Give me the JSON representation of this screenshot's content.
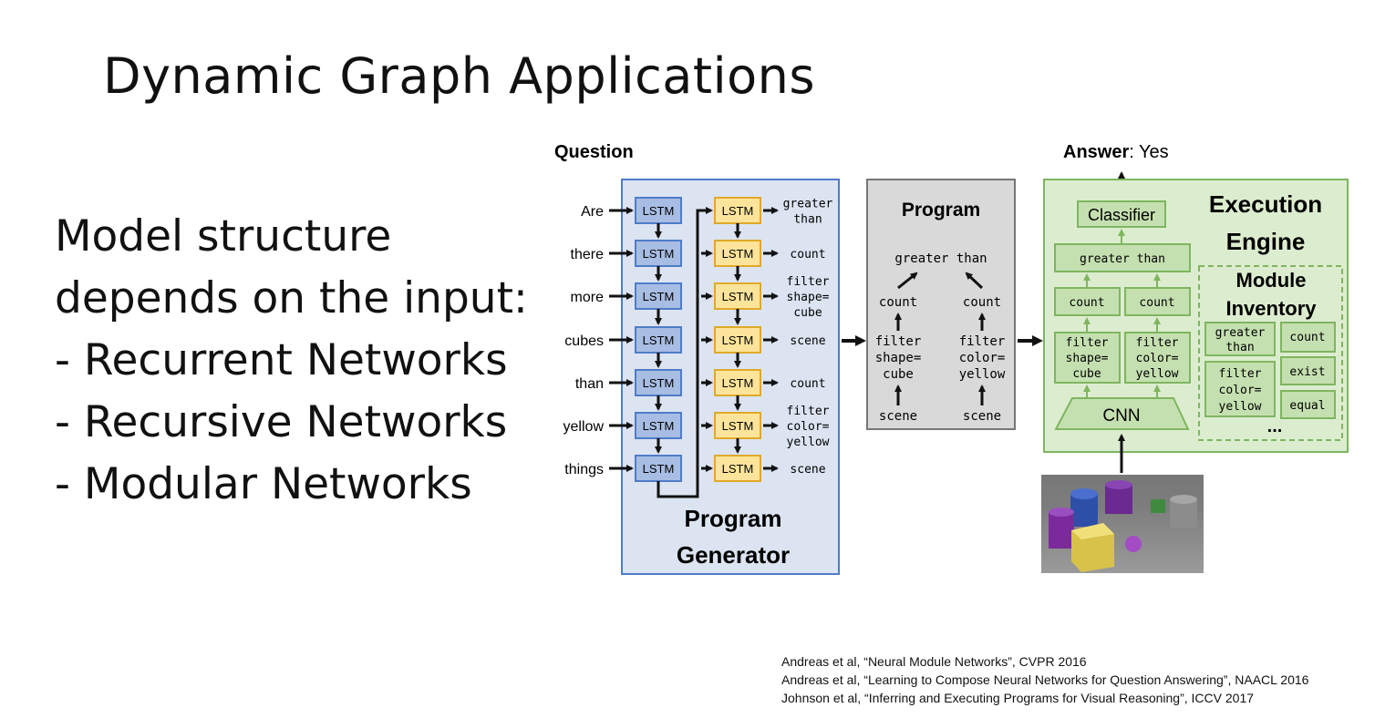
{
  "title": "Dynamic Graph Applications",
  "bullets": [
    "Model structure",
    "depends on the input:",
    "- Recurrent Networks",
    "- Recursive Networks",
    "- Modular Networks"
  ],
  "diagram": {
    "question_label": "Question",
    "words": [
      "Are",
      "there",
      "more",
      "cubes",
      "than",
      "yellow",
      "things"
    ],
    "lstm_label": "LSTM",
    "outputs": [
      [
        "greater",
        "than"
      ],
      [
        "count"
      ],
      [
        "filter",
        "shape=",
        "cube"
      ],
      [
        "scene"
      ],
      [
        "count"
      ],
      [
        "filter",
        "color=",
        "yellow"
      ],
      [
        "scene"
      ]
    ],
    "program_generator": [
      "Program",
      "Generator"
    ],
    "program_title": "Program",
    "program_nodes": {
      "top": "greater than",
      "left_count": "count",
      "right_count": "count",
      "left_filter": [
        "filter",
        "shape=",
        "cube"
      ],
      "right_filter": [
        "filter",
        "color=",
        "yellow"
      ],
      "left_scene": "scene",
      "right_scene": "scene"
    },
    "answer_label": "Answer",
    "answer_value": ": Yes",
    "engine_title": [
      "Execution",
      "Engine"
    ],
    "classifier": "Classifier",
    "engine_greater": "greater than",
    "engine_count": "count",
    "engine_filter_left": [
      "filter",
      "shape=",
      "cube"
    ],
    "engine_filter_right": [
      "filter",
      "color=",
      "yellow"
    ],
    "cnn": "CNN",
    "inventory_title": [
      "Module",
      "Inventory"
    ],
    "inventory": {
      "greater": [
        "greater",
        "than"
      ],
      "count": "count",
      "filter": [
        "filter",
        "color=",
        "yellow"
      ],
      "exist": "exist",
      "equal": "equal",
      "more": "..."
    },
    "colors": {
      "lstm_blue": "#a8bde3",
      "lstm_yellow": "#fde49a",
      "generator_bg": "#dce4f2",
      "program_bg": "#d9d9d9",
      "engine_bg": "#dcedcf",
      "engine_box": "#c5e0b0",
      "engine_stroke": "#7fb55f"
    }
  },
  "references": [
    "Andreas et al, “Neural Module Networks”, CVPR 2016",
    "Andreas et al, “Learning to Compose Neural Networks for Question Answering”, NAACL 2016",
    "Johnson et al, “Inferring and Executing Programs for Visual Reasoning”, ICCV 2017"
  ]
}
